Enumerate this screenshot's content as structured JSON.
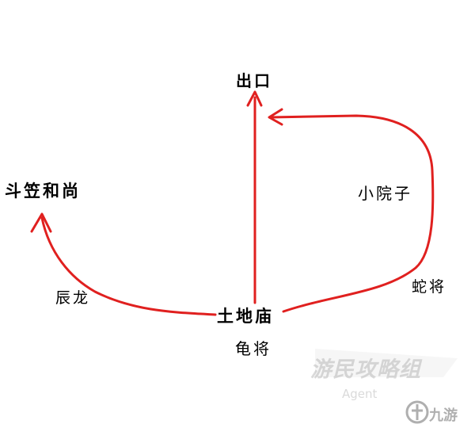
{
  "nodes": {
    "exit": "出口",
    "monk": "斗笠和尚",
    "yard": "小院子",
    "snake_general": "蛇将",
    "dragon": "辰龙",
    "temple": "土地庙",
    "turtle_general": "龟将"
  },
  "watermark": {
    "main": "游民攻略组",
    "sub": "Agent",
    "logo": "九游"
  },
  "colors": {
    "path": "#e0201f",
    "text": "#000000"
  }
}
